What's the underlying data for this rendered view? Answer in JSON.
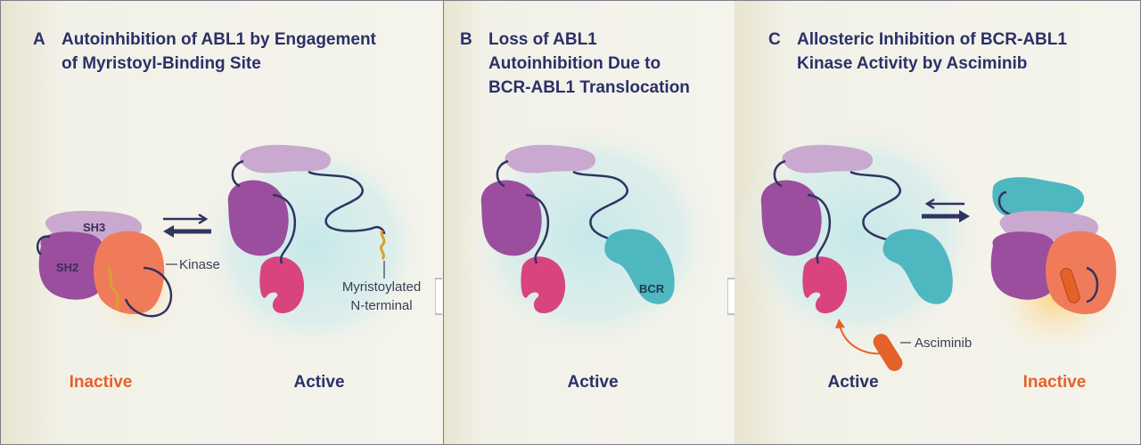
{
  "panels": [
    {
      "letter": "A",
      "title": "Autoinhibition of ABL1 by Engagement\nof Myristoyl-Binding Site",
      "states": [
        "Inactive",
        "Active"
      ],
      "labels": {
        "sh3": "SH3",
        "sh2": "SH2",
        "kinase": "Kinase",
        "myristoylated": "Myristoylated\nN-terminal"
      }
    },
    {
      "letter": "B",
      "title": "Loss of ABL1\nAutoinhibition Due to\nBCR-ABL1 Translocation",
      "states": [
        "Active"
      ],
      "labels": {
        "bcr": "BCR"
      }
    },
    {
      "letter": "C",
      "title": "Allosteric Inhibition of BCR-ABL1\nKinase Activity by Asciminib",
      "states": [
        "Active",
        "Inactive"
      ],
      "labels": {
        "asciminib": "Asciminib"
      }
    }
  ],
  "colors": {
    "title": "#2b3068",
    "inactive": "#e4622a",
    "active": "#2b3068",
    "sh3": "#c9a9cf",
    "sh2": "#9b4e9e",
    "kinase": "#d9447f",
    "bcr": "#4fb7c0",
    "asciminib": "#e4622a",
    "linker": "#2f3460",
    "glow": "#c9e9ea"
  }
}
